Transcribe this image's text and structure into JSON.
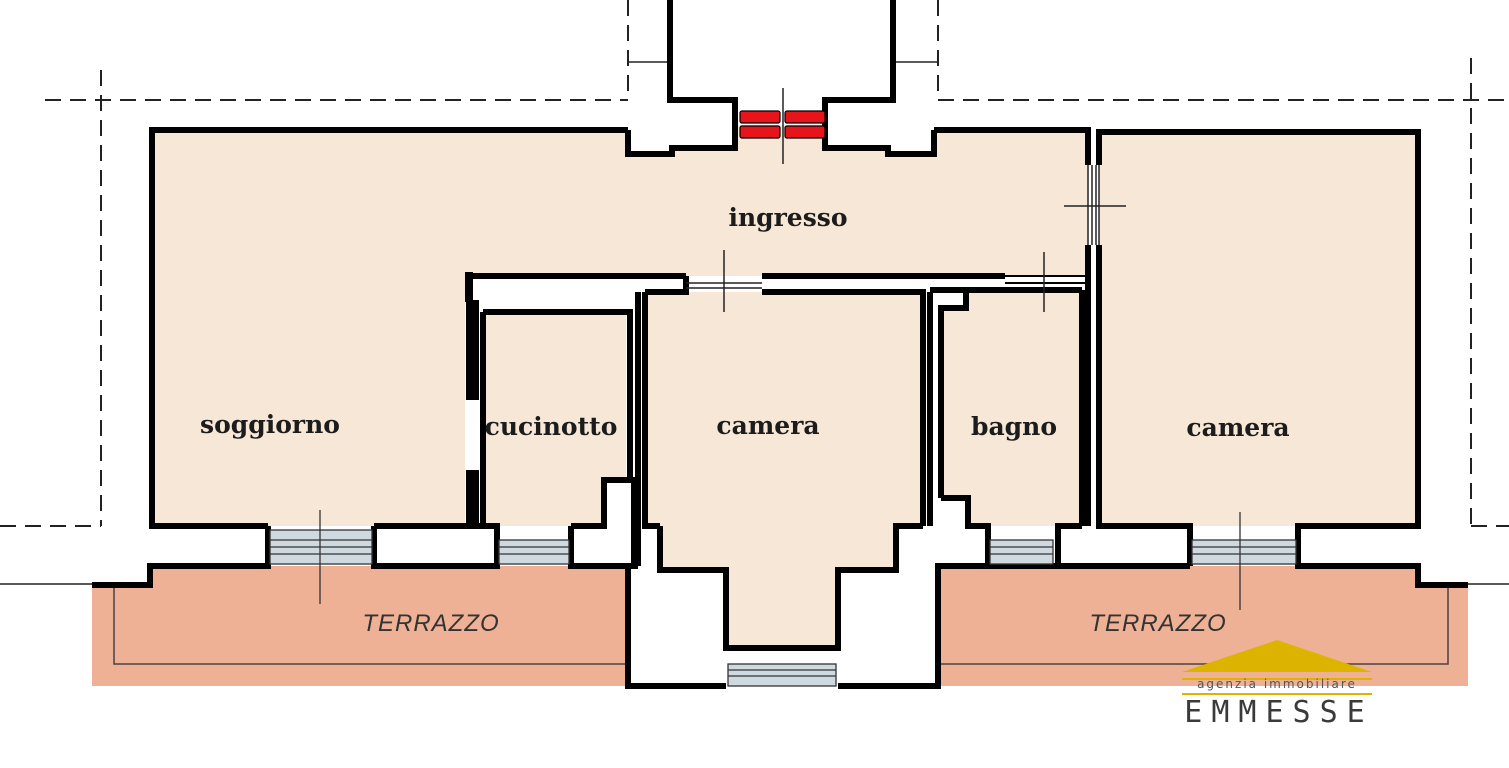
{
  "colors": {
    "room_fill": "#f7e7d6",
    "terrace_fill": "#eeb196",
    "wall": "#000000",
    "window_glass": "#cfd9e0",
    "door_red": "#e8141c",
    "logo_gold": "#dcb400"
  },
  "rooms": {
    "ingresso": "ingresso",
    "soggiorno": "soggiorno",
    "cucinotto": "cucinotto",
    "camera_center": "camera",
    "bagno": "bagno",
    "camera_right": "camera"
  },
  "terraces": {
    "left": "TERRAZZO",
    "right": "TERRAZZO"
  },
  "logo": {
    "tagline": "agenzia immobiliare",
    "name": "EMMESSE"
  }
}
